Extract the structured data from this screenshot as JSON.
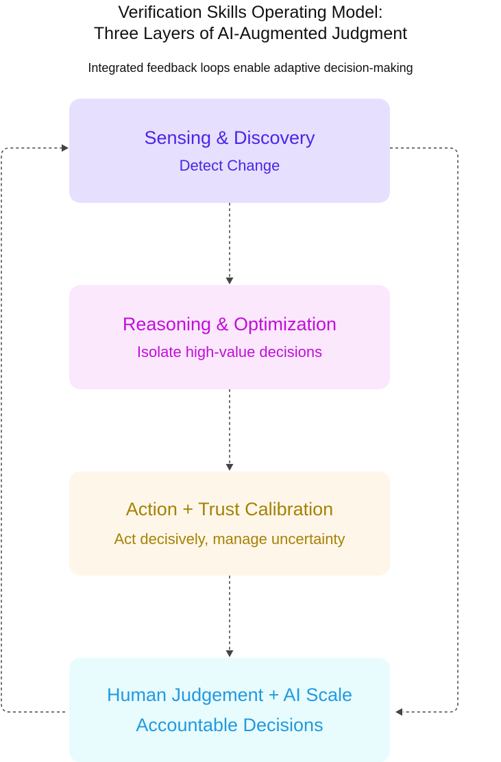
{
  "diagram": {
    "title_line1": "Verification Skills Operating Model:",
    "title_line2": "Three Layers of AI-Augmented Judgment",
    "subtitle": "Integrated feedback loops enable adaptive decision-making"
  },
  "layers": [
    {
      "title": "Sensing & Discovery",
      "subtitle": "Detect Change",
      "color": "#4c24e6",
      "background": "#e6e0fe"
    },
    {
      "title": "Reasoning & Optimization",
      "subtitle": "Isolate high-value decisions",
      "color": "#c00fd8",
      "background": "#fbe8fd"
    },
    {
      "title": "Action + Trust Calibration",
      "subtitle": "Act decisively, manage uncertainty",
      "color": "#a68106",
      "background": "#fef7e9"
    },
    {
      "title": "Human Judgement + AI Scale",
      "subtitle": "Accountable Decisions",
      "color": "#2299e0",
      "background": "#e8fcfe"
    }
  ],
  "connectors": {
    "stroke_color": "#444444",
    "style": "dashed"
  }
}
